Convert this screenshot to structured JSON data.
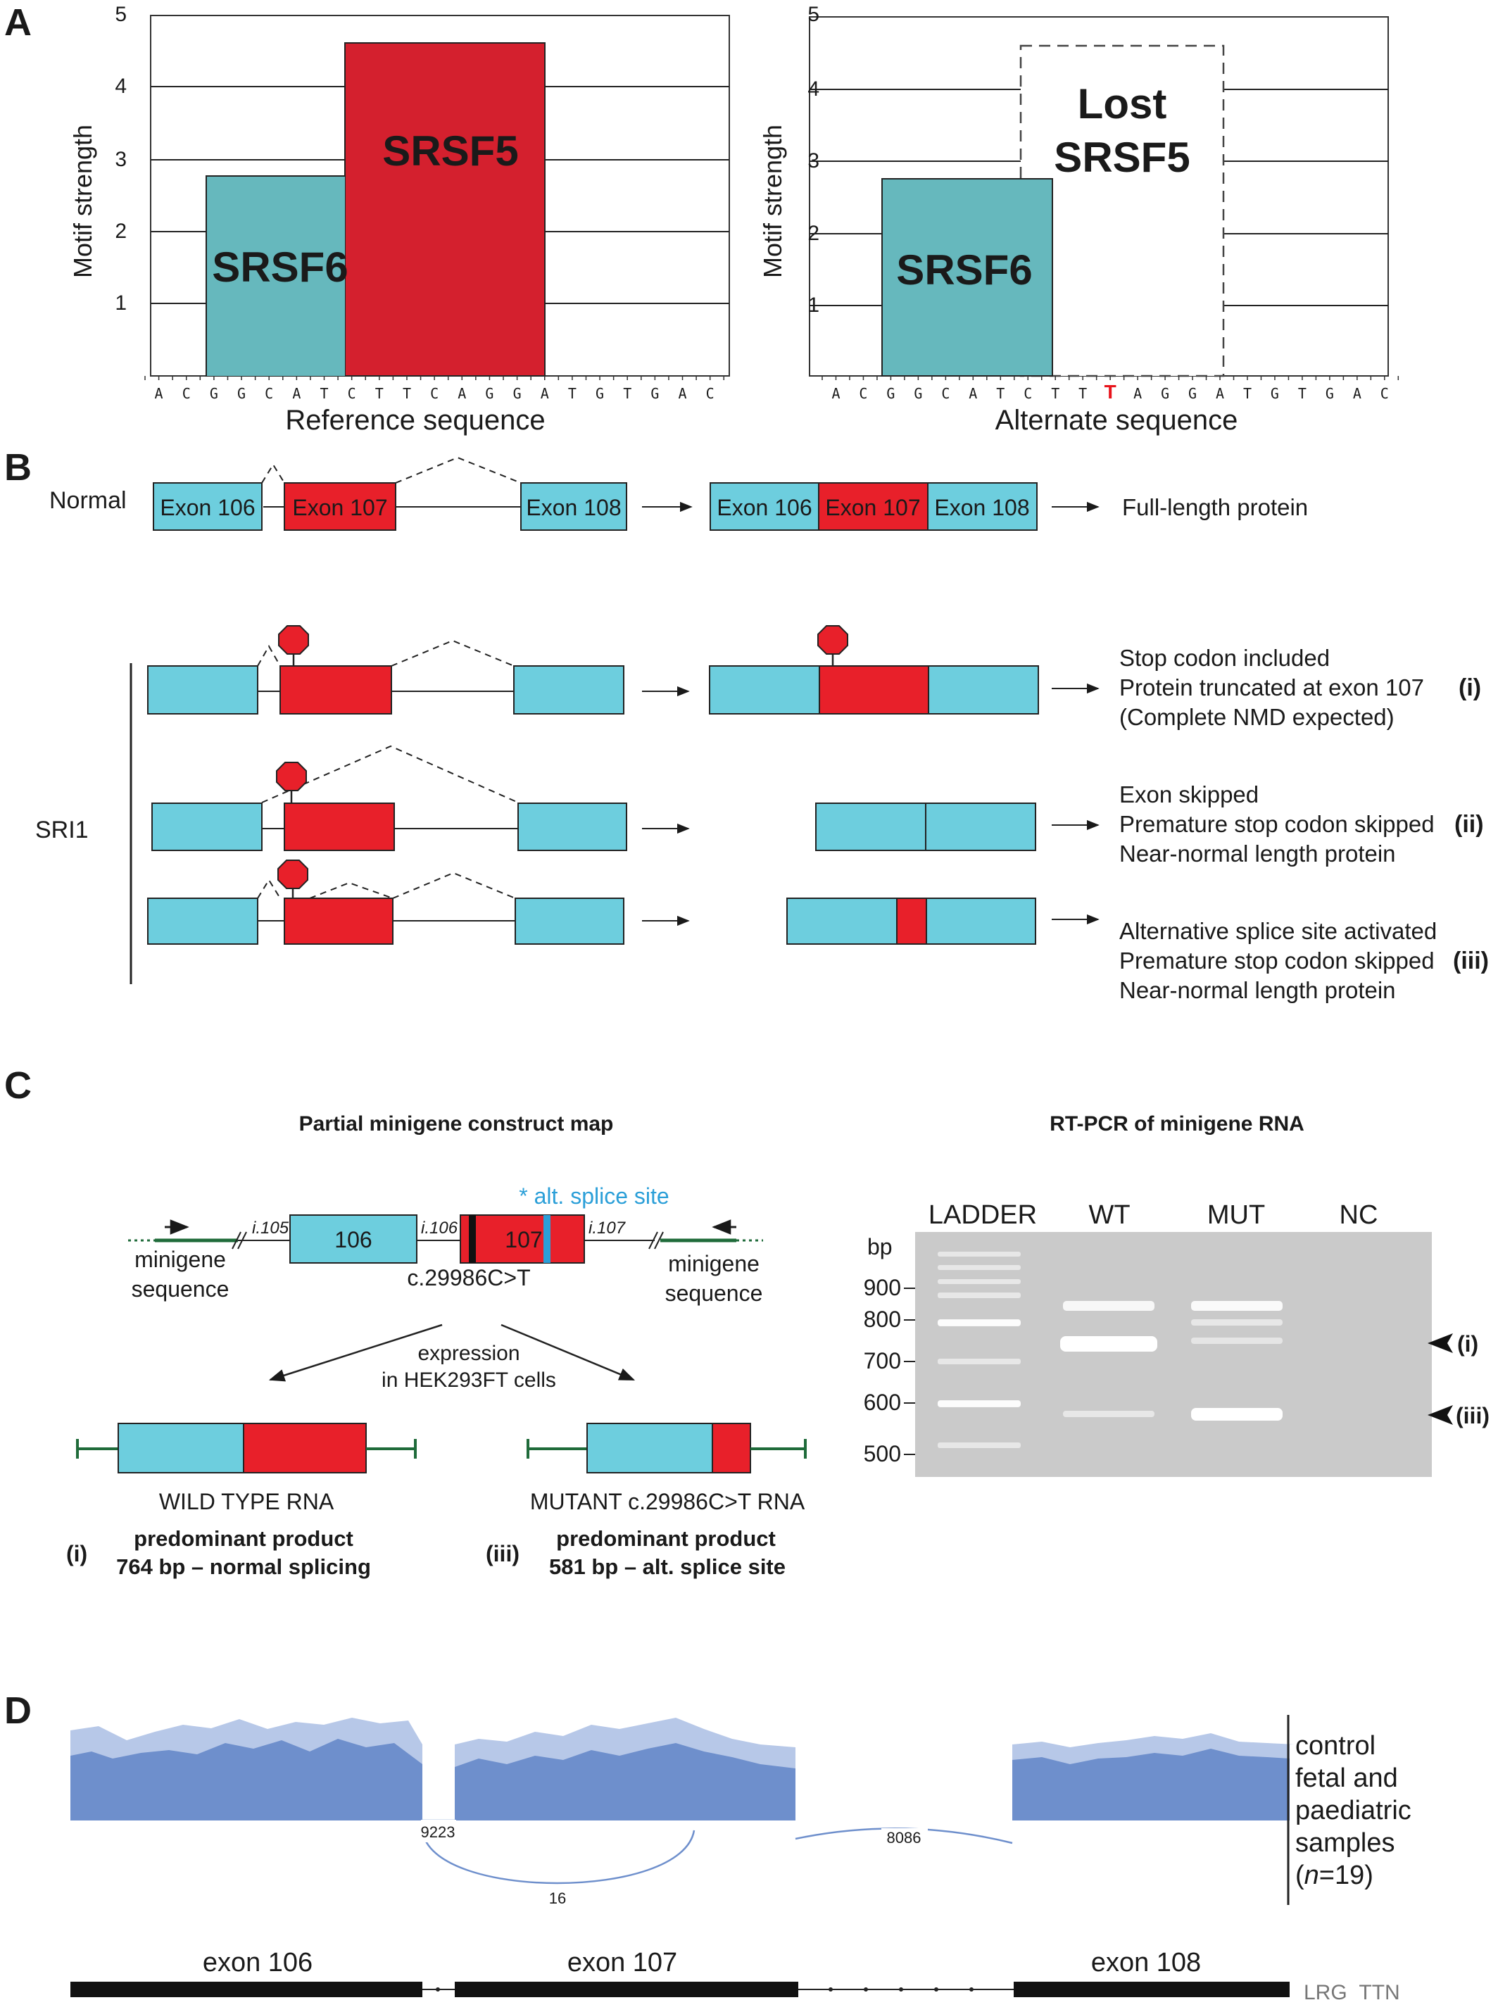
{
  "panels": {
    "A": {
      "label": "A",
      "left": {
        "ylabel": "Motif strength",
        "xlabel": "Reference sequence",
        "yticks": [
          "1",
          "2",
          "3",
          "4",
          "5"
        ],
        "sequence": [
          "A",
          "C",
          "G",
          "G",
          "C",
          "A",
          "T",
          "C",
          "T",
          "T",
          "C",
          "A",
          "G",
          "G",
          "A",
          "T",
          "G",
          "T",
          "G",
          "A",
          "C"
        ],
        "boxes": [
          {
            "name": "SRSF6",
            "color": "#66b8bd"
          },
          {
            "name": "SRSF5",
            "color": "#d4202e"
          }
        ]
      },
      "right": {
        "ylabel": "Motif strength",
        "xlabel": "Alternate sequence",
        "yticks": [
          "1",
          "2",
          "3",
          "4",
          "5"
        ],
        "sequence": [
          "A",
          "C",
          "G",
          "G",
          "C",
          "A",
          "T",
          "C",
          "T",
          "T",
          "T",
          "A",
          "G",
          "G",
          "A",
          "T",
          "G",
          "T",
          "G",
          "A",
          "C"
        ],
        "mutant_index": 10,
        "mutant_color": "#e8141c",
        "boxes": [
          {
            "name": "SRSF6",
            "color": "#66b8bd"
          },
          {
            "name": "Lost",
            "name2": "SRSF5",
            "color": "#ffffff"
          }
        ]
      }
    },
    "B": {
      "label": "B",
      "normal_label": "Normal",
      "exons": [
        "Exon 106",
        "Exon 107",
        "Exon 108"
      ],
      "full_length": "Full-length protein",
      "sri1_label": "SRI1",
      "outcomes": [
        {
          "lines": [
            "Stop codon included",
            "Protein truncated at exon 107",
            "(Complete NMD expected)"
          ],
          "roman": "(i)"
        },
        {
          "lines": [
            "Exon skipped",
            "Premature stop codon skipped",
            "Near-normal length protein"
          ],
          "roman": "(ii)"
        },
        {
          "lines": [
            "Alternative splice site activated",
            "Premature stop codon skipped",
            "Near-normal length protein"
          ],
          "roman": "(iii)"
        }
      ],
      "colors": {
        "exon_cyan": "#6dcede",
        "exon_red": "#e8202a"
      }
    },
    "C": {
      "label": "C",
      "map_title": "Partial minigene construct map",
      "alt_site": "* alt. splice site",
      "introns": [
        "i.105",
        "i.106",
        "i.107"
      ],
      "exon_106": "106",
      "exon_107": "107",
      "mutation": "c.29986C>T",
      "minigene": [
        "minigene",
        "sequence"
      ],
      "expression": [
        "expression",
        "in HEK293FT cells"
      ],
      "wt_label": "WILD TYPE RNA",
      "mut_label": "MUTANT c.29986C>T RNA",
      "wt_roman": "(i)",
      "mut_roman": "(iii)",
      "wt_product": [
        "predominant product",
        "764 bp – normal splicing"
      ],
      "mut_product": [
        "predominant product",
        "581 bp – alt. splice site"
      ],
      "gel_title": "RT-PCR of minigene RNA",
      "lanes": [
        "LADDER",
        "WT",
        "MUT",
        "NC"
      ],
      "bp_label": "bp",
      "sizes": [
        "900",
        "800",
        "700",
        "600",
        "500"
      ],
      "arrows": [
        "(i)",
        "(iii)"
      ]
    },
    "D": {
      "label": "D",
      "junctions": [
        "9223",
        "16",
        "8086"
      ],
      "legend": [
        "control",
        "fetal and",
        "paediatric",
        "samples"
      ],
      "legend_n": "n",
      "legend_n_rest": "=19)",
      "legend_paren": "(",
      "exons": [
        "exon 106",
        "exon 107",
        "exon 108"
      ],
      "track": "LRG_TTN",
      "coverage_color": "#6e8fcc"
    }
  }
}
